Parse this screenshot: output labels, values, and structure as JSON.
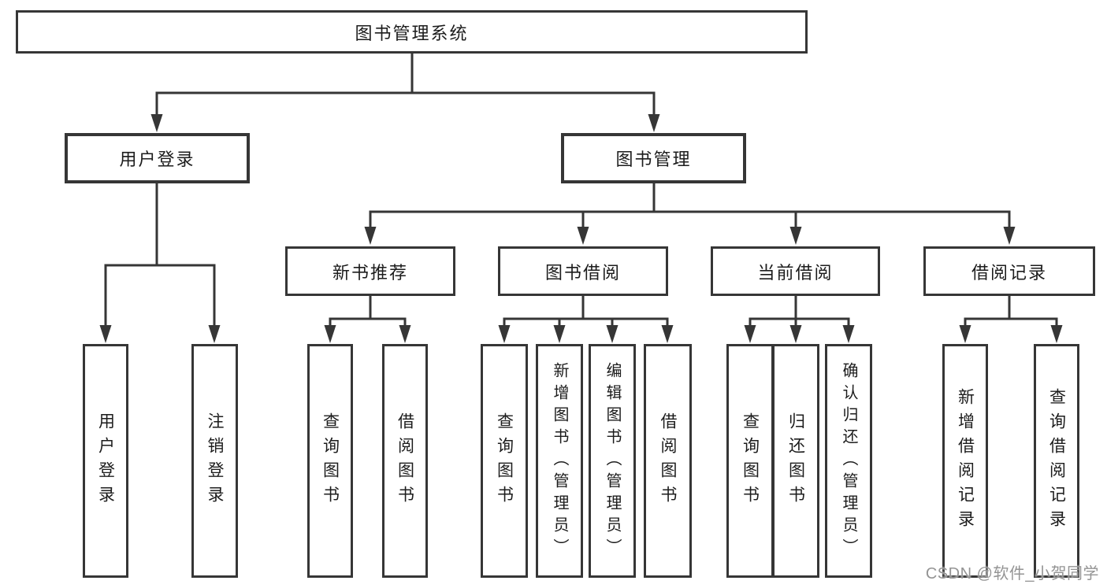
{
  "diagram": {
    "type": "hierarchy-tree",
    "colors": {
      "line": "#363636",
      "box_border": "#363636",
      "text": "#1c1c1c",
      "background": "#ffffff",
      "watermark": "#949494"
    },
    "root": {
      "label": "图书管理系统"
    },
    "branches": [
      {
        "label": "用户登录",
        "leaves": [
          {
            "label": "用户登录"
          },
          {
            "label": "注销登录"
          }
        ]
      },
      {
        "label": "图书管理",
        "children": [
          {
            "label": "新书推荐",
            "leaves": [
              {
                "label": "查询图书"
              },
              {
                "label": "借阅图书"
              }
            ]
          },
          {
            "label": "图书借阅",
            "leaves": [
              {
                "label": "查询图书"
              },
              {
                "label": "新增图书（管理员）"
              },
              {
                "label": "编辑图书（管理员）"
              },
              {
                "label": "借阅图书"
              }
            ]
          },
          {
            "label": "当前借阅",
            "leaves": [
              {
                "label": "查询图书"
              },
              {
                "label": "归还图书"
              },
              {
                "label": "确认归还（管理员）"
              }
            ]
          },
          {
            "label": "借阅记录",
            "leaves": [
              {
                "label": "新增借阅记录"
              },
              {
                "label": "查询借阅记录"
              }
            ]
          }
        ]
      }
    ],
    "watermark": {
      "text": "CSDN @软件_小贺同学"
    }
  }
}
